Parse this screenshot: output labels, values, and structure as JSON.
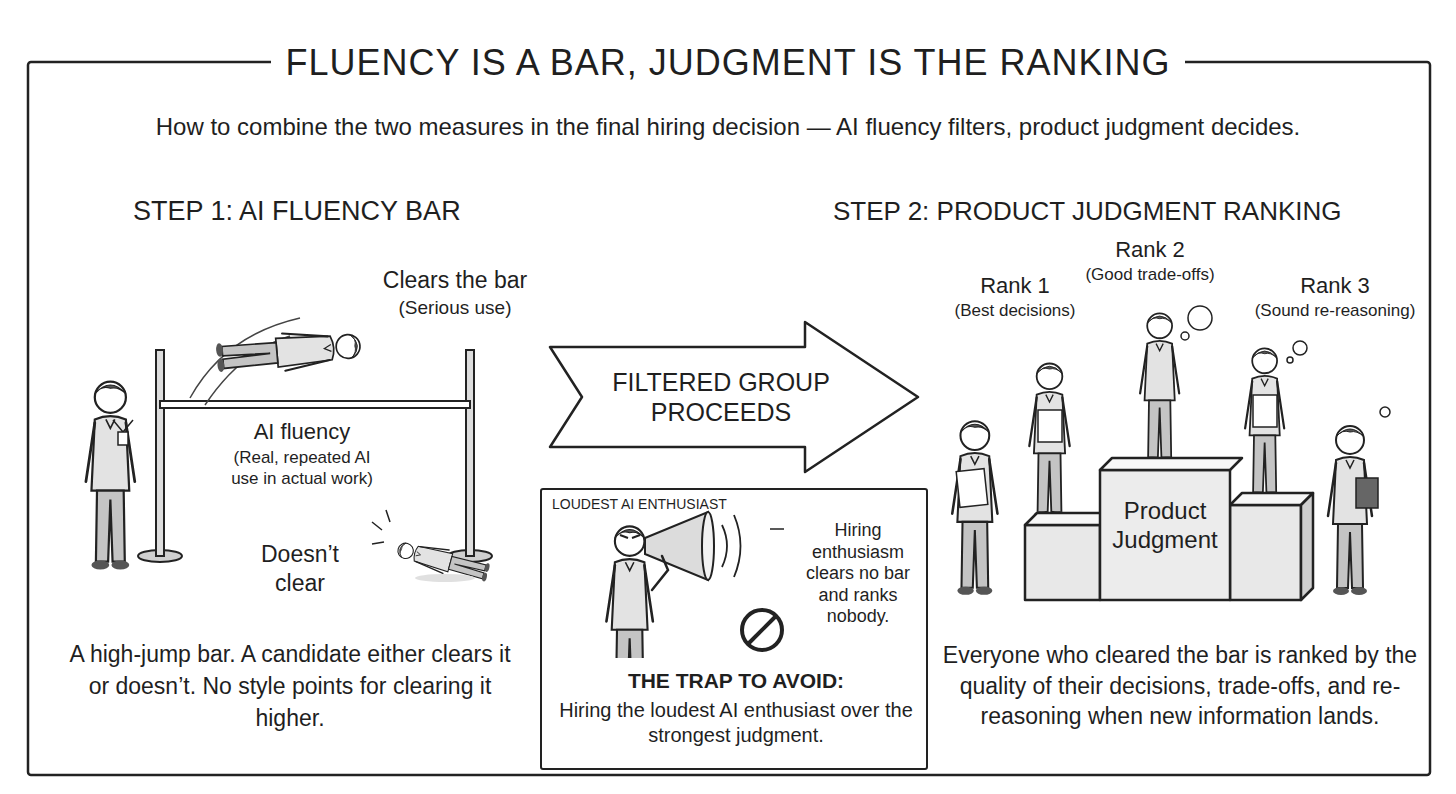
{
  "diagram": {
    "title": "FLUENCY IS A BAR, JUDGMENT IS THE RANKING",
    "caption": "How to combine the two measures in the final hiring decision — AI fluency filters, product judgment decides.",
    "nodes": [
      {
        "text": [
          "FILTERED GROUP PROCEEDS"
        ]
      },
      {
        "text": [
          "LOUDEST AI ENTHUSIAST",
          "Hiring enthusiasm clears no bar and ranks nobody.",
          "THE TRAP TO AVOID:",
          "Hiring the loudest AI enthusiast over the strongest judgment."
        ]
      },
      {
        "text": [
          "Product Judgment"
        ]
      }
    ],
    "labels": [
      "STEP 1: AI FLUENCY BAR",
      "Clears the bar",
      "(Serious use)",
      "AI fluency",
      "(Real, repeated AI use in actual work)",
      "Doesn’t clear",
      "A high-jump bar. A candidate either clears it or doesn’t. No style points for clearing it higher.",
      "STEP 2: PRODUCT JUDGMENT RANKING",
      "Rank 1",
      "(Best decisions)",
      "Rank 2",
      "(Good trade-offs)",
      "Rank 3",
      "(Sound re-reasoning)",
      "Everyone who cleared the bar is ranked by the quality of their decisions, trade-offs, and re-reasoning when new information lands."
    ]
  }
}
